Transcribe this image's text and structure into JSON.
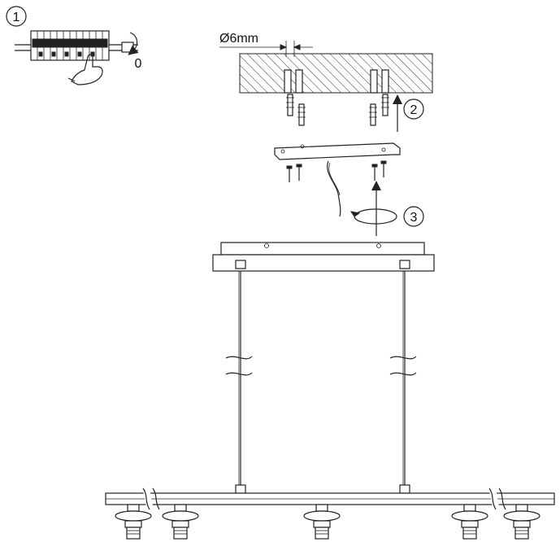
{
  "steps": {
    "one": "1",
    "two": "2",
    "three": "3"
  },
  "labels": {
    "drill_diameter": "Ø6mm",
    "switch_off": "0"
  }
}
